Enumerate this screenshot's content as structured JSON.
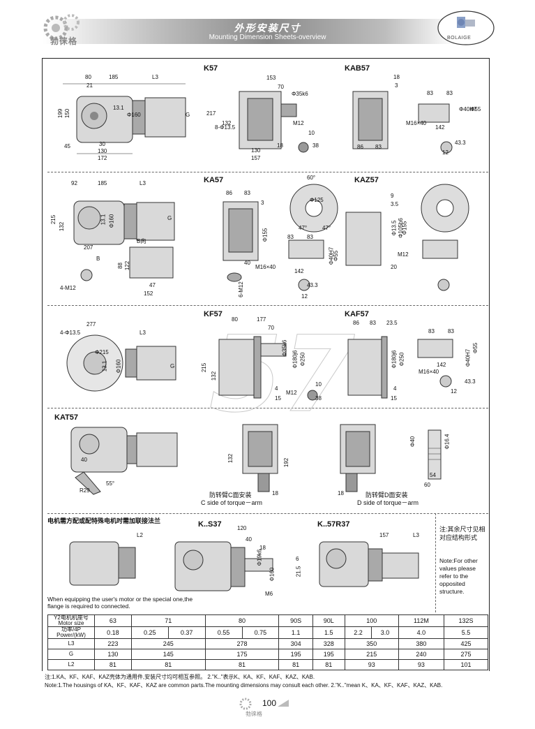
{
  "header": {
    "title_cn": "外形安装尺寸",
    "title_en": "Mounting Dimension Sheets-overview",
    "left_logo_text": "勃徕格",
    "right_logo_text": "BOLAIGE"
  },
  "sections": {
    "k57": {
      "title": "K57",
      "dims": [
        "80",
        "185",
        "L3",
        "21",
        "199",
        "150",
        "45",
        "G",
        "30",
        "130",
        "172",
        "13.1",
        "Φ160",
        "153",
        "70",
        "Φ35k6",
        "217",
        "8-Φ13.5",
        "132",
        "M12",
        "10",
        "38",
        "130",
        "157",
        "18"
      ]
    },
    "kab57": {
      "title": "KAB57",
      "dims": [
        "18",
        "3",
        "83",
        "83",
        "M16×40",
        "Φ40H7",
        "Φ55",
        "142",
        "43.3",
        "12",
        "86",
        "83"
      ]
    },
    "ka57": {
      "title": "KA57",
      "dims": [
        "92",
        "185",
        "L3",
        "215",
        "132",
        "G",
        "Φ160",
        "13.1",
        "207",
        "B向",
        "B",
        "88",
        "122",
        "4-M12",
        "47",
        "152",
        "86",
        "83",
        "3",
        "Φ155",
        "6-M12",
        "40"
      ]
    },
    "kaz57": {
      "title": "KAZ57",
      "dims": [
        "60°",
        "Φ125",
        "47°",
        "47°",
        "9",
        "3.5",
        "Φ13.5",
        "Φ105h6",
        "Φ155",
        "M12",
        "20",
        "83",
        "83",
        "M16×40",
        "Φ40H7",
        "Φ55",
        "142",
        "43.3",
        "12"
      ]
    },
    "kf57": {
      "title": "KF57",
      "dims": [
        "277",
        "4-Φ13.5",
        "L3",
        "Φ215",
        "Φ160",
        "13.1",
        "G",
        "80",
        "177",
        "70",
        "215",
        "132",
        "Φ35k6",
        "Φ180j6",
        "Φ250",
        "M12",
        "10",
        "38",
        "4",
        "15"
      ]
    },
    "kaf57": {
      "title": "KAF57",
      "dims": [
        "86",
        "83",
        "23.5",
        "83",
        "83",
        "Φ180j6",
        "Φ250",
        "Φ55",
        "Φ40H7",
        "M16×40",
        "142",
        "43.3",
        "12",
        "4",
        "15"
      ]
    },
    "kat57": {
      "title": "KAT57",
      "dims": [
        "40",
        "R29",
        "55°",
        "132",
        "192",
        "18",
        "Φ40",
        "Φ16.4",
        "54",
        "60"
      ],
      "c_side_cn": "防转臂C面安装",
      "c_side_en": "C side of torque－arm",
      "d_side_cn": "防转臂D面安装",
      "d_side_en": "D side of torque－arm"
    },
    "ks37": {
      "title": "K..S37",
      "dims": [
        "120",
        "40",
        "18",
        "Φ19k6",
        "6",
        "21.5",
        "Φ160",
        "M6"
      ]
    },
    "k57r37": {
      "title": "K..57R37",
      "dims": [
        "157",
        "L3"
      ]
    },
    "flange_note_cn": "电机需方配或配特殊电机时需加联接法兰",
    "flange_note_en": "When equipping the user's motor or the special one,the flange is required to connected.",
    "side_note_cn": "注:其余尺寸见相对应结构形式",
    "side_note_en": "Note:For other values please refer to the opposited structure."
  },
  "table": {
    "header_motor": "Y2电机机座号 Motor size",
    "header_power": "功率/4P Power/(kW)",
    "motor_sizes": [
      "63",
      "71",
      "80",
      "90S",
      "90L",
      "100",
      "112M",
      "132S"
    ],
    "powers": [
      "0.18",
      "0.25",
      "0.37",
      "0.55",
      "0.75",
      "1.1",
      "1.5",
      "2.2",
      "3.0",
      "4.0",
      "5.5"
    ],
    "rows": [
      {
        "label": "L3",
        "values": [
          "223",
          "245",
          "278",
          "304",
          "328",
          "350",
          "380",
          "425"
        ]
      },
      {
        "label": "G",
        "values": [
          "130",
          "145",
          "175",
          "195",
          "195",
          "215",
          "240",
          "275"
        ]
      },
      {
        "label": "L2",
        "values": [
          "81",
          "81",
          "81",
          "81",
          "81",
          "93",
          "93",
          "101"
        ]
      }
    ]
  },
  "footer": {
    "note_cn": "注:1.KA、KF、KAF、KAZ壳体为通用件,安装尺寸均可相互参照。 2.\"K..\"表示K、KA、KF、KAF、KAZ、KAB.",
    "note_en": "Note:1.The housings of KA、KF、KAF、KAZ are common parts.The mounting dimensions may consult each other. 2.\"K..\"mean K、KA、KF、KAF、KAZ、KAB.",
    "page_number": "100",
    "page_logo": "勃徕格"
  }
}
